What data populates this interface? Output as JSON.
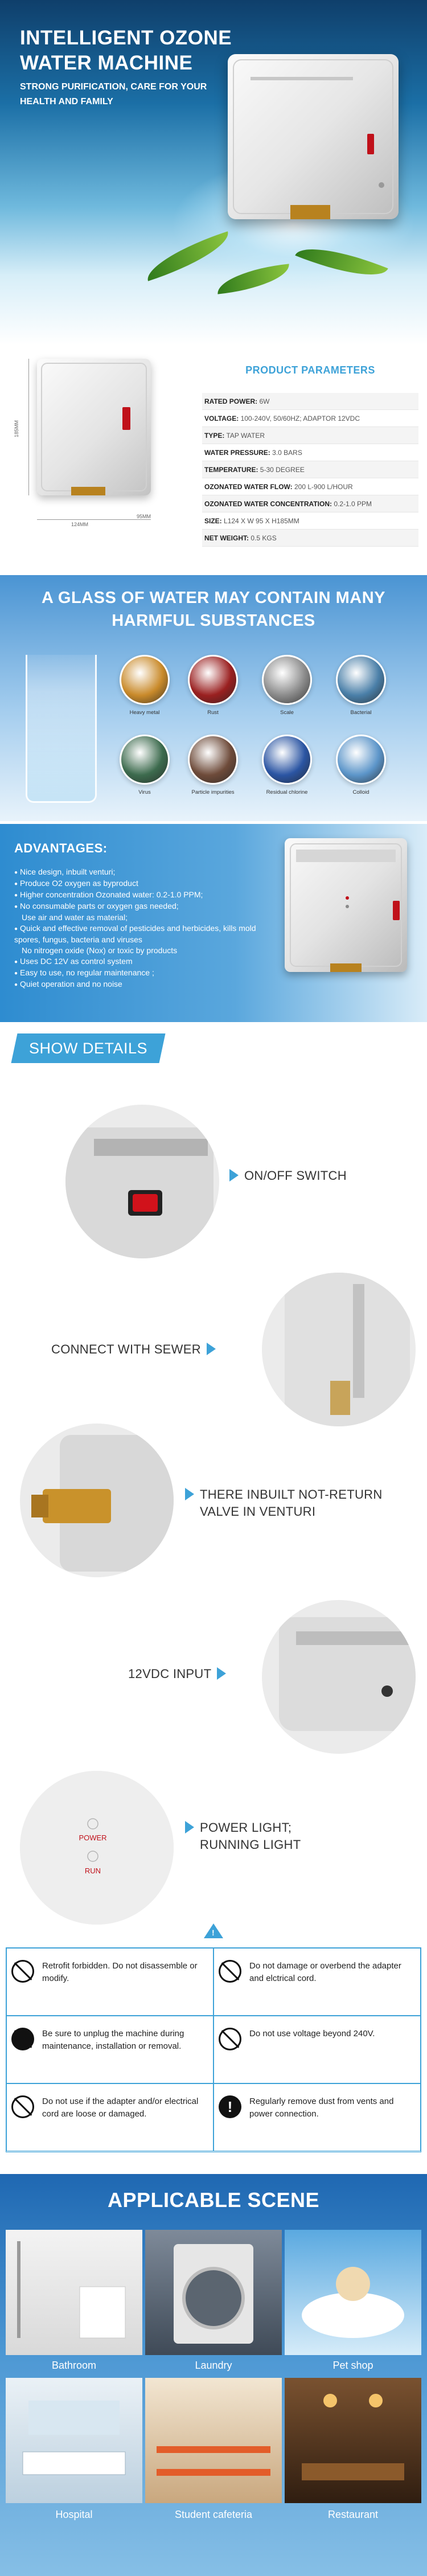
{
  "hero": {
    "title": "INTELLIGENT OZONE WATER MACHINE",
    "subtitle": "STRONG PURIFICATION, CARE FOR YOUR HEALTH AND FAMILY"
  },
  "parameters": {
    "heading": "PRODUCT PARAMETERS",
    "dimensions": {
      "height": "185MM",
      "width": "124MM",
      "depth": "95MM"
    },
    "rows": [
      {
        "key": "RATED POWER:",
        "value": "6W"
      },
      {
        "key": "VOLTAGE:",
        "value": "100-240V, 50/60HZ; ADAPTOR 12VDC"
      },
      {
        "key": "TYPE:",
        "value": "TAP WATER"
      },
      {
        "key": "WATER PRESSURE:",
        "value": "3.0 BARS"
      },
      {
        "key": "TEMPERATURE:",
        "value": "5-30 DEGREE"
      },
      {
        "key": "OZONATED WATER FLOW:",
        "value": "200 L-900 L/HOUR"
      },
      {
        "key": "OZONATED WATER CONCENTRATION:",
        "value": "0.2-1.0 PPM"
      },
      {
        "key": "SIZE:",
        "value": "L124 X W 95 X H185MM"
      },
      {
        "key": "NET WEIGHT:",
        "value": "0.5 KGS"
      }
    ]
  },
  "substances": {
    "title": "A GLASS OF WATER MAY CONTAIN MANY HARMFUL SUBSTANCES",
    "items": [
      {
        "label": "Heavy metal",
        "color": "#c98a2a"
      },
      {
        "label": "Rust",
        "color": "#9a2020"
      },
      {
        "label": "Scale",
        "color": "#8b8b8b"
      },
      {
        "label": "Bacterial",
        "color": "#4a7fa8"
      },
      {
        "label": "Virus",
        "color": "#3d6b4e"
      },
      {
        "label": "Particle impurities",
        "color": "#6e4b3a"
      },
      {
        "label": "Residual chlorine",
        "color": "#2b55a3"
      },
      {
        "label": "Colloid",
        "color": "#5c95c9"
      }
    ]
  },
  "advantages": {
    "title": "ADVANTAGES:",
    "items": [
      "Nice design, inbuilt venturi;",
      "Produce O2 oxygen as byproduct",
      "Higher concentration Ozonated water: 0.2-1.0 PPM;",
      "No consumable parts or oxygen gas needed;",
      "Use air and water as material;",
      "Quick and effective removal of pesticides and herbicides, kills mold spores, fungus, bacteria and viruses",
      "No nitrogen oxide (Nox) or toxic by products",
      "Uses DC 12V as control system",
      "Easy to use, no regular maintenance ;",
      "Quiet operation and no noise"
    ],
    "bullets_shown": [
      true,
      true,
      true,
      true,
      false,
      true,
      false,
      true,
      true,
      true
    ]
  },
  "details": {
    "tab_label": "SHOW DETAILS",
    "items": [
      {
        "label": "ON/OFF SWITCH"
      },
      {
        "label": "CONNECT WITH SEWER"
      },
      {
        "label_line1": "THERE INBUILT NOT-RETURN",
        "label_line2": "VALVE IN VENTURI"
      },
      {
        "label": "12VDC INPUT"
      },
      {
        "label_line1": "POWER LIGHT;",
        "label_line2": "RUNNING LIGHT"
      }
    ],
    "light_labels": {
      "power": "POWER",
      "run": "RUN"
    }
  },
  "warnings": {
    "mark": "!",
    "items": [
      "Retrofit forbidden. Do not disassemble or modify.",
      "Do not damage or overbend the adapter and elctrical cord.",
      "Be sure to unplug the machine during maintenance, installation or removal.",
      "Do not use voltage beyond 240V.",
      "Do not use if the adapter and/or electrical cord are loose or damaged.",
      "Regularly remove dust from vents and power connection."
    ]
  },
  "scene": {
    "title": "APPLICABLE SCENE",
    "items": [
      {
        "label": "Bathroom"
      },
      {
        "label": "Laundry"
      },
      {
        "label": "Pet shop"
      },
      {
        "label": "Hospital"
      },
      {
        "label": "Student cafeteria"
      },
      {
        "label": "Restaurant"
      }
    ]
  }
}
